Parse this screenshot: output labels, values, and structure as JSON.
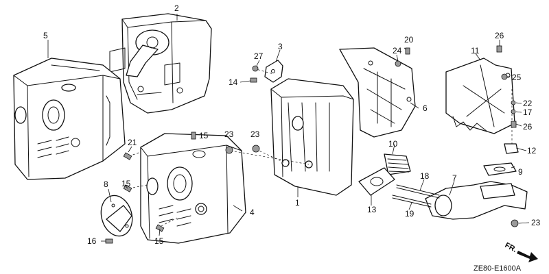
{
  "diagram": {
    "code": "ZE80-E1600A",
    "direction_mark": "FR.",
    "callouts": {
      "c1": "1",
      "c2": "2",
      "c3": "3",
      "c4": "4",
      "c5": "5",
      "c6": "6",
      "c7": "7",
      "c8": "8",
      "c9": "9",
      "c10": "10",
      "c11": "11",
      "c12": "12",
      "c13": "13",
      "c14": "14",
      "c15a": "15",
      "c15b": "15",
      "c15c": "15",
      "c16": "16",
      "c17": "17",
      "c18": "18",
      "c19": "19",
      "c20": "20",
      "c21": "21",
      "c22": "22",
      "c23a": "23",
      "c23b": "23",
      "c23c": "23",
      "c24": "24",
      "c25": "25",
      "c26a": "26",
      "c26b": "26",
      "c27": "27"
    }
  }
}
